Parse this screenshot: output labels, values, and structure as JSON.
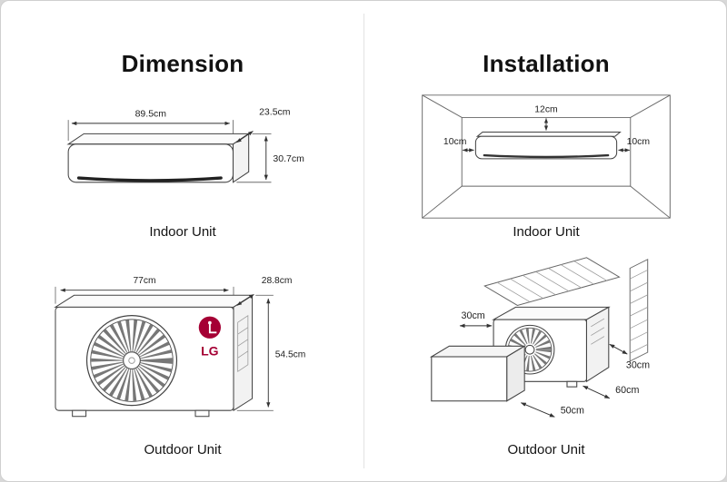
{
  "dimension_panel": {
    "title": "Dimension",
    "indoor": {
      "caption": "Indoor Unit",
      "width": "89.5cm",
      "depth": "23.5cm",
      "height": "30.7cm"
    },
    "outdoor": {
      "caption": "Outdoor Unit",
      "logo_text": "LG",
      "width": "77cm",
      "depth": "28.8cm",
      "height": "54.5cm"
    }
  },
  "installation_panel": {
    "title": "Installation",
    "indoor": {
      "caption": "Indoor Unit",
      "clearance_top": "12cm",
      "clearance_left": "10cm",
      "clearance_right": "10cm"
    },
    "outdoor": {
      "caption": "Outdoor Unit",
      "clearance_left": "30cm",
      "clearance_wall": "30cm",
      "clearance_back": "60cm",
      "clearance_front": "50cm"
    }
  },
  "colors": {
    "brand_red": "#a50034",
    "line": "#333333",
    "divider": "#e3e3e3"
  }
}
